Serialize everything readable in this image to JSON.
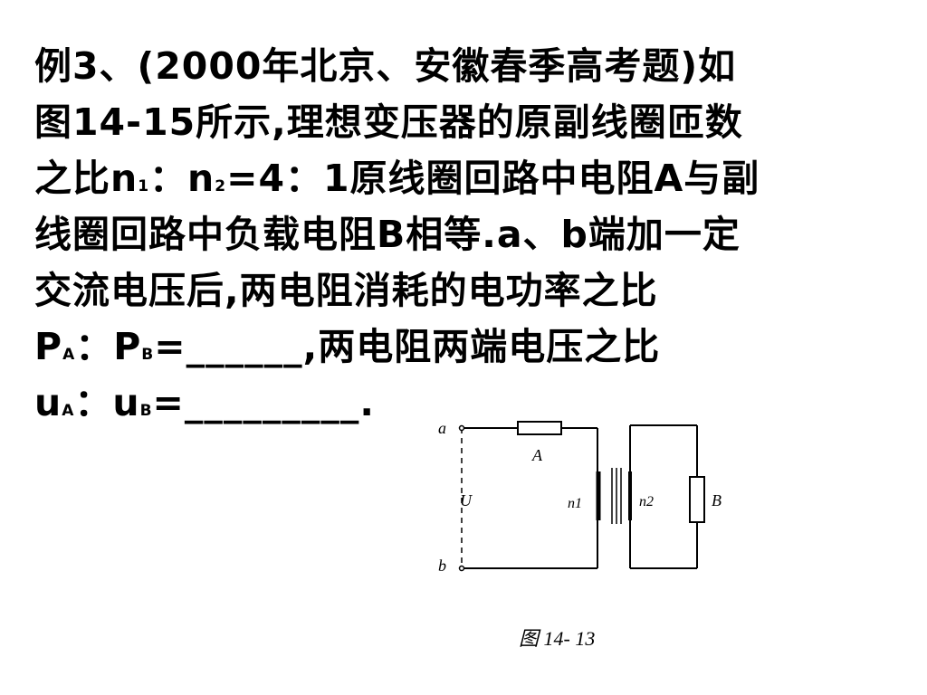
{
  "problem": {
    "line1": "例3、(2000年北京、安徽春季高考题)如",
    "line2": "图14-15所示,理想变压器的原副线圈匝数",
    "line3_pre": "之比",
    "line3_n": "n",
    "line3_sub1": "1",
    "line3_mid": "：n",
    "line3_sub2": "2",
    "line3_post": "=4：1原线圈回路中电阻A与副",
    "line4": "线圈回路中负载电阻B相等.a、b端加一定",
    "line5": "交流电压后,两电阻消耗的电功率之比",
    "line6_p": "P",
    "line6_subA": "A",
    "line6_mid": "：P",
    "line6_subB": "B",
    "line6_post": "=______,两电阻两端电压之比",
    "line7_u": "u",
    "line7_subA": "A",
    "line7_mid": "：u",
    "line7_subB": "B",
    "line7_post": "=_________."
  },
  "figure": {
    "label_a": "a",
    "label_b": "b",
    "label_resistor_a": "A",
    "label_voltage": "U",
    "label_n1": "n1",
    "label_n2": "n2",
    "label_resistor_b": "B",
    "caption": "图 14- 13"
  }
}
